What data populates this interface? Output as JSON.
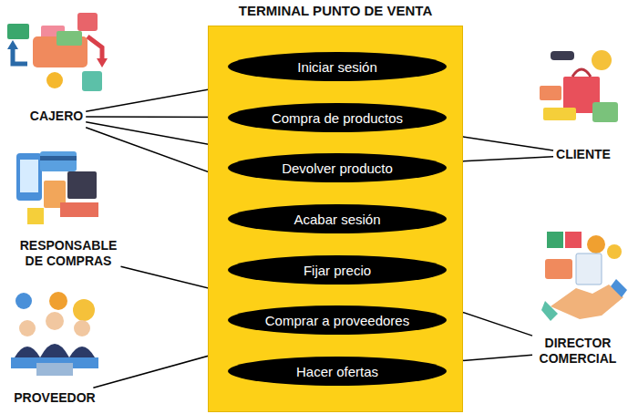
{
  "diagram": {
    "nodes": [
      {
        "text": [
          "TERMINAL PUNTO DE VENTA"
        ]
      },
      {
        "text": [
          "Iniciar sesión"
        ],
        "in": 0
      },
      {
        "text": [
          "Compra de productos"
        ],
        "in": 0
      },
      {
        "text": [
          "Devolver producto"
        ],
        "in": 0
      },
      {
        "text": [
          "Acabar sesión"
        ],
        "in": 0
      },
      {
        "text": [
          "Fijar precio"
        ],
        "in": 0
      },
      {
        "text": [
          "Comprar a proveedores"
        ],
        "in": 0
      },
      {
        "text": [
          "Hacer ofertas"
        ],
        "in": 0
      },
      {
        "text": [
          "CAJERO"
        ]
      },
      {
        "text": [
          "RESPONSABLE DE COMPRAS"
        ]
      },
      {
        "text": [
          "PROVEEDOR"
        ]
      },
      {
        "text": [
          "CLIENTE"
        ]
      },
      {
        "text": [
          "DIRECTOR COMERCIAL"
        ]
      }
    ],
    "edges": [
      {
        "from": 8,
        "to": 1,
        "arrow": "none"
      },
      {
        "from": 8,
        "to": 2,
        "arrow": "none"
      },
      {
        "from": 8,
        "to": 3,
        "arrow": "none"
      },
      {
        "from": 8,
        "to": 4,
        "arrow": "none"
      },
      {
        "from": 11,
        "to": 2,
        "arrow": "none"
      },
      {
        "from": 11,
        "to": 3,
        "arrow": "none"
      },
      {
        "from": 9,
        "to": 6,
        "arrow": "none"
      },
      {
        "from": 10,
        "to": 6,
        "arrow": "none"
      },
      {
        "from": 12,
        "to": 5,
        "arrow": "none"
      },
      {
        "from": 12,
        "to": 7,
        "arrow": "none"
      }
    ]
  }
}
